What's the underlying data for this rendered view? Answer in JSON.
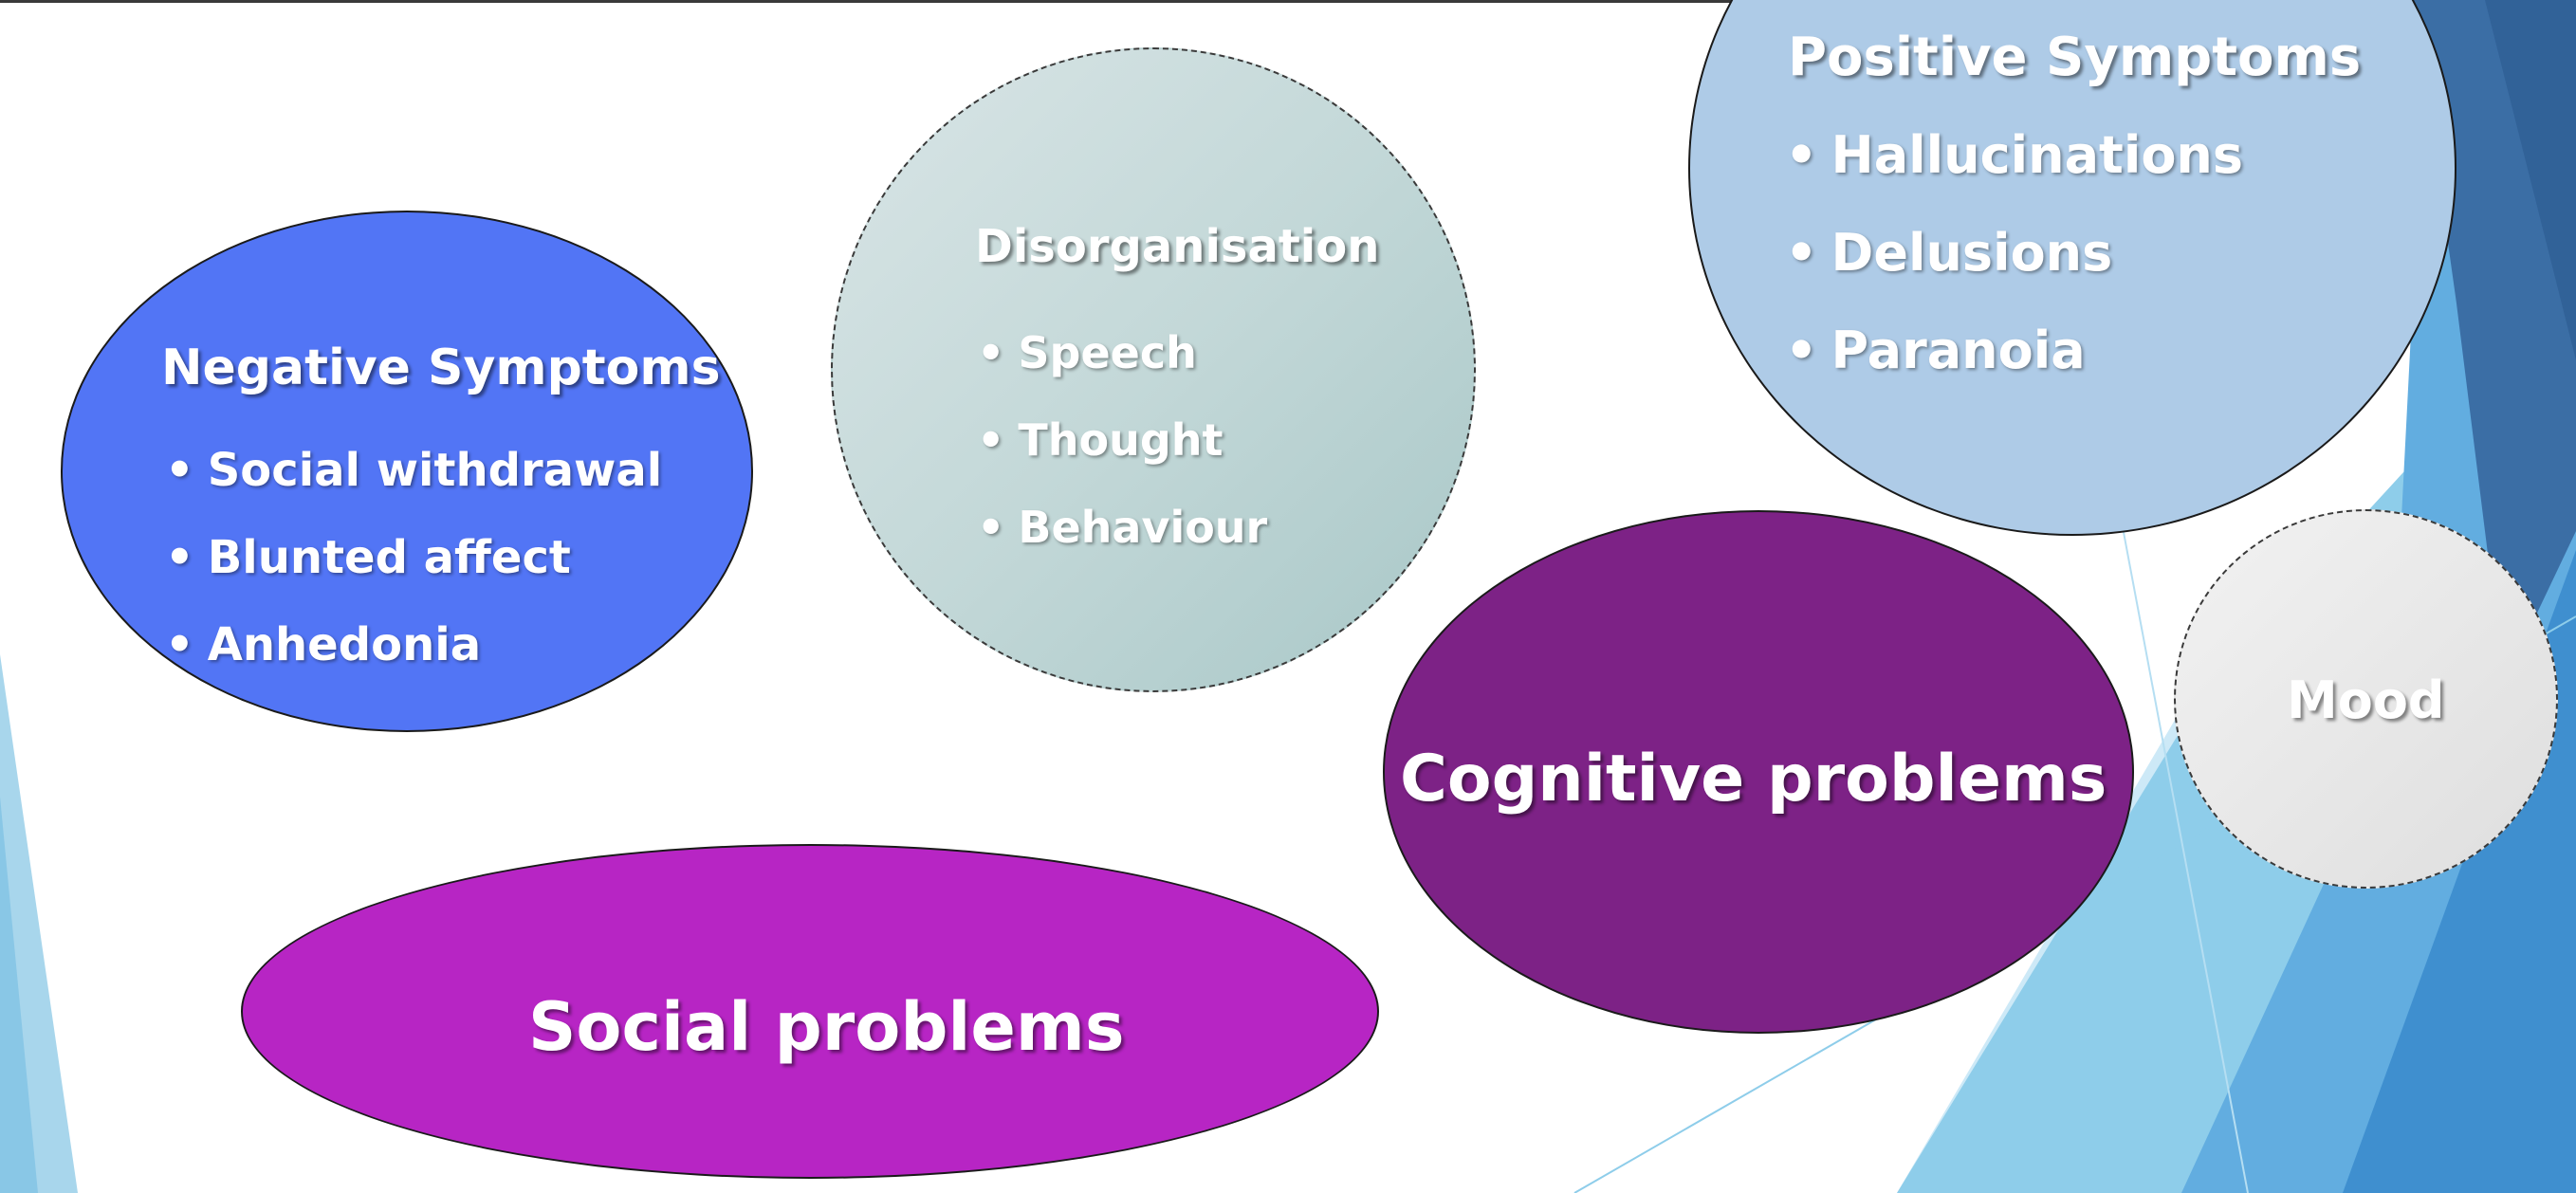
{
  "colors": {
    "negative": "#5275f5",
    "disorganisation": "#c3d8d8",
    "positive": "#aecbe7",
    "cognitive": "#7d2286",
    "mood": "#e6e6e6",
    "social": "#b725c4",
    "accent_blue_dark": "#3b6ea5",
    "accent_blue_light": "#8ecdea"
  },
  "bubbles": {
    "negative": {
      "title": "Negative Symptoms",
      "items": [
        "Social withdrawal",
        "Blunted affect",
        "Anhedonia"
      ]
    },
    "disorganisation": {
      "title": "Disorganisation",
      "items": [
        "Speech",
        "Thought",
        "Behaviour"
      ]
    },
    "positive": {
      "title": "Positive Symptoms",
      "items": [
        "Hallucinations",
        "Delusions",
        "Paranoia"
      ]
    },
    "cognitive": {
      "title": "Cognitive problems"
    },
    "mood": {
      "title": "Mood"
    },
    "social": {
      "title": "Social problems"
    }
  }
}
